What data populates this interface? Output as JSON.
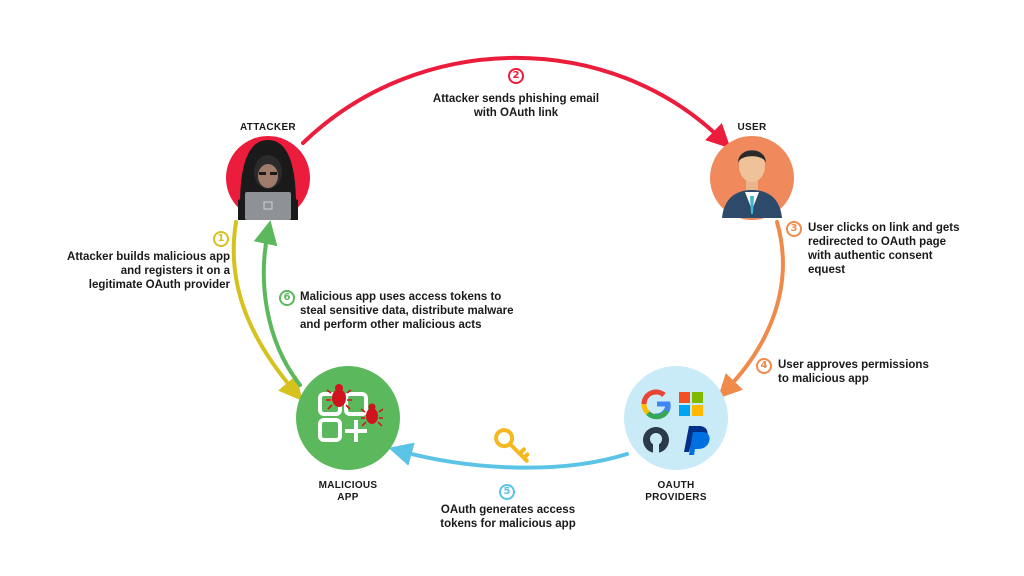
{
  "nodes": {
    "attacker": "ATTACKER",
    "user": "USER",
    "malicious_app": [
      "MALICIOUS",
      "APP"
    ],
    "oauth_providers": [
      "OAUTH",
      "PROVIDERS"
    ]
  },
  "steps": [
    {
      "num": "1",
      "color": "#d6c21f",
      "lines": [
        "Attacker builds malicious app",
        "and registers it on a",
        "legitimate OAuth provider"
      ]
    },
    {
      "num": "2",
      "color": "#ec1c3c",
      "lines": [
        "Attacker sends phishing email",
        "with OAuth link"
      ]
    },
    {
      "num": "3",
      "color": "#f08a4b",
      "lines": [
        "User clicks on link and gets",
        "redirected to OAuth page",
        "with authentic consent",
        "equest"
      ]
    },
    {
      "num": "4",
      "color": "#f08a4b",
      "lines": [
        "User approves permissions",
        "to malicious app"
      ]
    },
    {
      "num": "5",
      "color": "#5bc3e5",
      "lines": [
        "OAuth generates access",
        "tokens for malicious app"
      ]
    },
    {
      "num": "6",
      "color": "#5cb85c",
      "lines": [
        "Malicious app uses access tokens to",
        "steal sensitive data, distribute malware",
        "and perform other malicious acts"
      ]
    }
  ],
  "colors": {
    "attacker_circle": "#ec1c3c",
    "user_circle": "#f08a5d",
    "app_circle": "#5cb85c",
    "providers_circle": "#c9eaf7",
    "key": "#f5b820"
  }
}
